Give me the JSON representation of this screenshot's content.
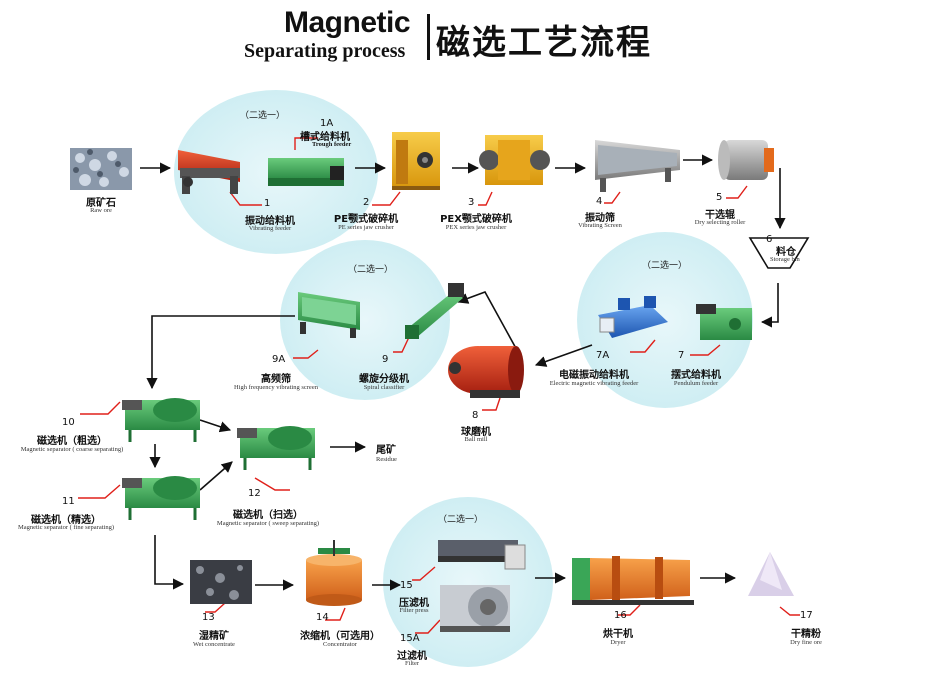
{
  "title": {
    "en_line1": "Magnetic",
    "en_line2": "Separating process",
    "cn": "磁选工艺流程"
  },
  "option_note": "（二选一）",
  "steps": {
    "raw": {
      "cn": "原矿石",
      "en": "Raw ore"
    },
    "s1": {
      "num": "1",
      "cn": "振动给料机",
      "en": "Vibrating feeder"
    },
    "s1a": {
      "num": "1A",
      "cn": "槽式给料机",
      "en": "Trough feeder"
    },
    "s2": {
      "num": "2",
      "cn": "PE颚式破碎机",
      "en": "PE series jaw crusher"
    },
    "s3": {
      "num": "3",
      "cn": "PEX颚式破碎机",
      "en": "PEX series jaw crusher"
    },
    "s4": {
      "num": "4",
      "cn": "振动筛",
      "en": "Vibrating Screen"
    },
    "s5": {
      "num": "5",
      "cn": "干选辊",
      "en": "Dry selecting roller"
    },
    "s6": {
      "num": "6",
      "cn": "料仓",
      "en": "Storage bin"
    },
    "s7": {
      "num": "7",
      "cn": "摆式给料机",
      "en": "Pendulum feeder"
    },
    "s7a": {
      "num": "7A",
      "cn": "电磁振动给料机",
      "en": "Electric magnetic vibrating feeder"
    },
    "s8": {
      "num": "8",
      "cn": "球磨机",
      "en": "Ball mill"
    },
    "s9": {
      "num": "9",
      "cn": "螺旋分级机",
      "en": "Spiral classifier"
    },
    "s9a": {
      "num": "9A",
      "cn": "高频筛",
      "en": "High frequency vibrating screen"
    },
    "s10": {
      "num": "10",
      "cn": "磁选机（粗选）",
      "en": "Magnetic separator ( coarse separating)"
    },
    "s11": {
      "num": "11",
      "cn": "磁选机（精选）",
      "en": "Magnetic separator ( fine separating)"
    },
    "s12": {
      "num": "12",
      "cn": "磁选机（扫选）",
      "en": "Magnetic separator ( sweep separating)"
    },
    "residue": {
      "cn": "尾矿",
      "en": "Residue"
    },
    "s13": {
      "num": "13",
      "cn": "湿精矿",
      "en": "Wet concentrate"
    },
    "s14": {
      "num": "14",
      "cn": "浓缩机（可选用）",
      "en": "Concentrator"
    },
    "s15": {
      "num": "15",
      "cn": "压滤机",
      "en": "Filter press"
    },
    "s15a": {
      "num": "15A",
      "cn": "过滤机",
      "en": "Filter"
    },
    "s16": {
      "num": "16",
      "cn": "烘干机",
      "en": "Dryer"
    },
    "s17": {
      "num": "17",
      "cn": "干精粉",
      "en": "Dry fine ore"
    }
  },
  "colors": {
    "bubble": "#d8f0f4",
    "pointer": "#e0201a",
    "arrow": "#111111",
    "machine_yellow": "#f2b51c",
    "machine_green": "#3aa657",
    "machine_orange": "#f0801e",
    "machine_blue": "#2a6fd1"
  }
}
